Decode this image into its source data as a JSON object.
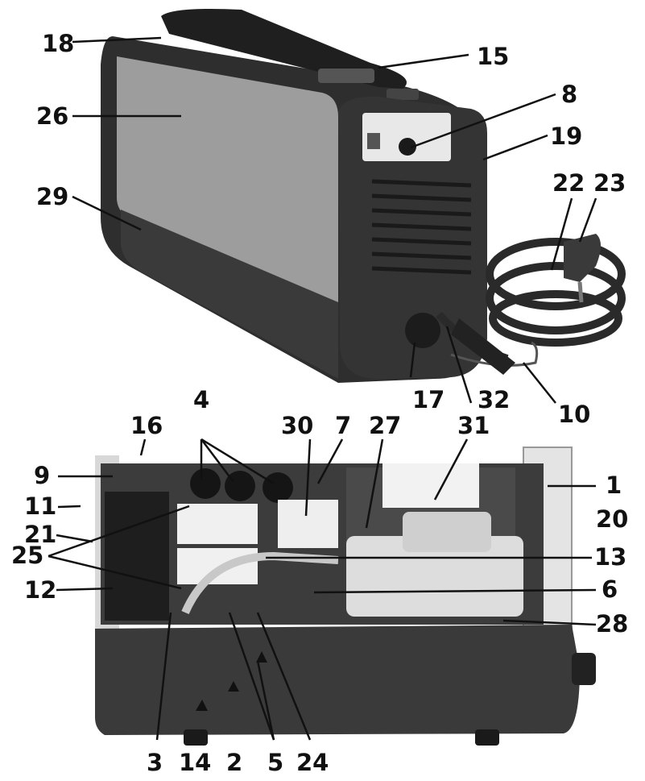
{
  "callouts": {
    "c1": "1",
    "c2": "2",
    "c3": "3",
    "c4": "4",
    "c5": "5",
    "c6": "6",
    "c7": "7",
    "c8": "8",
    "c9": "9",
    "c10": "10",
    "c11": "11",
    "c12": "12",
    "c13": "13",
    "c14": "14",
    "c15": "15",
    "c16": "16",
    "c17": "17",
    "c18": "18",
    "c19": "19",
    "c20": "20",
    "c21": "21",
    "c22": "22",
    "c23": "23",
    "c24": "24",
    "c25": "25",
    "c26": "26",
    "c27": "27",
    "c28": "28",
    "c29": "29",
    "c30": "30",
    "c31": "31",
    "c32": "32"
  },
  "colors": {
    "housing_dark": "#2b2b2b",
    "panel_grey": "#9a9a9a",
    "chassis_light": "#e6e6e6",
    "label_text": "#111111"
  }
}
